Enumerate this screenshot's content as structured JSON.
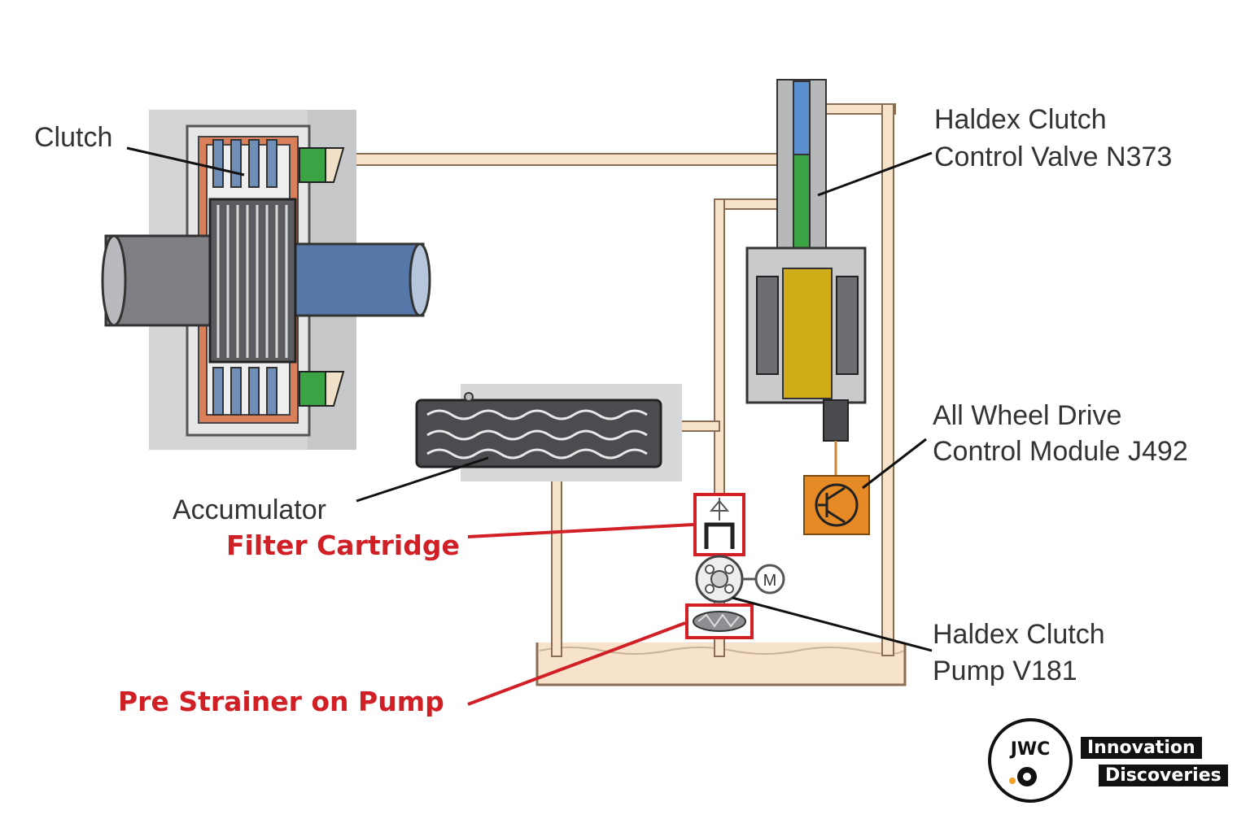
{
  "labels": {
    "clutch": "Clutch",
    "control_valve_line1": "Haldex Clutch",
    "control_valve_line2": "Control Valve N373",
    "awd_module_line1": "All Wheel Drive",
    "awd_module_line2": "Control Module J492",
    "accumulator": "Accumulator",
    "filter_cartridge": "Filter Cartridge",
    "pump_line1": "Haldex Clutch",
    "pump_line2": "Pump V181",
    "pre_strainer": "Pre Strainer on Pump",
    "motor_symbol": "M"
  },
  "brand": {
    "line1": "Innovation",
    "line2": "Discoveries",
    "logo_text": "JWC"
  },
  "colors": {
    "highlight_red": "#d11f26",
    "hydraulic_line": "#f7e3cc",
    "line_outline": "#8a6e54",
    "clutch_orange": "#d9805a",
    "shaft_blue": "#5678a8",
    "shaft_gray": "#7d7f83",
    "valve_green": "#3aa344",
    "solenoid_yellow": "#cfac18",
    "module_orange": "#e68a26"
  }
}
